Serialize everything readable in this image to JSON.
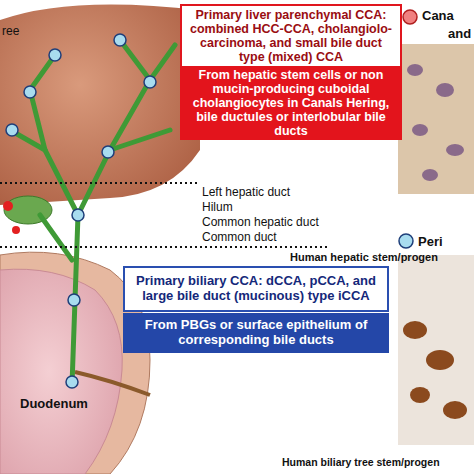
{
  "diagram": {
    "nodes": [
      {
        "text": [
          "Primary liver parenchymal CCA: combined HCC-CCA, cholangiolo-carcinoma, and small bile duct type (mixed) CCA"
        ]
      },
      {
        "text": [
          "From hepatic stem cells or non mucin-producing cuboidal cholangiocytes in Canals Hering, bile ductules or interlobular bile ducts"
        ]
      },
      {
        "text": [
          "Primary biliary CCA: dCCA, pCCA, and large bile duct (mucinous) type iCCA"
        ]
      },
      {
        "text": [
          "From PBGs or surface epithelium of corresponding bile ducts"
        ]
      }
    ],
    "labels": [
      "ree",
      "Left hepatic duct",
      "Hilum",
      "Common hepatic duct",
      "Common duct",
      "Human hepatic stem/progen",
      "Cana",
      "and",
      "Peri",
      "Duodenum",
      "Human biliary tree stem/progen"
    ]
  }
}
